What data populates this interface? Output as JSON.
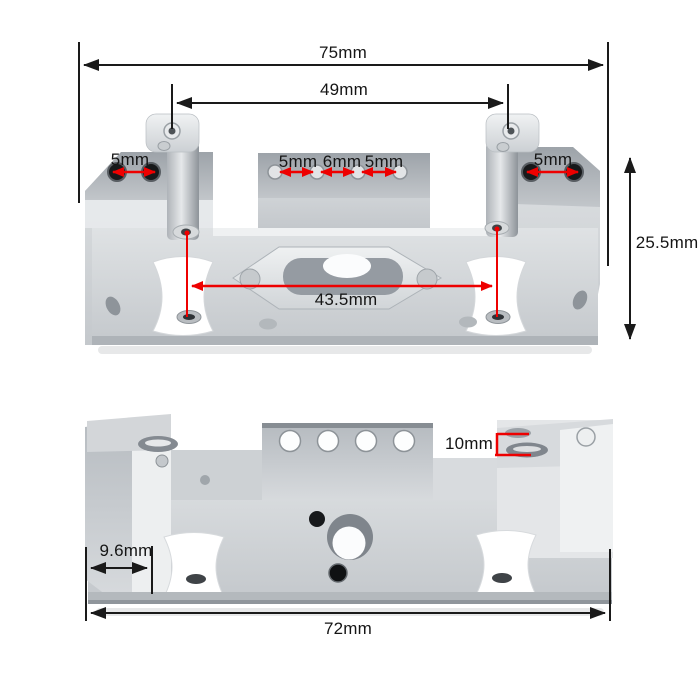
{
  "diagram": {
    "description": "Silver CNC aluminum mount bracket shown in two photographic views with overlaid dimension callouts",
    "views": [
      {
        "id": "front-view",
        "dimension_labels": [
          "75mm",
          "49mm",
          "5mm",
          "5mm",
          "6mm",
          "5mm",
          "5mm",
          "25.5mm",
          "43.5mm"
        ]
      },
      {
        "id": "rear-view",
        "dimension_labels": [
          "10mm",
          "9.6mm",
          "72mm"
        ]
      }
    ]
  },
  "dims": {
    "d75": "75mm",
    "d49": "49mm",
    "d5_left": "5mm",
    "d5_c1": "5mm",
    "d6_c2": "6mm",
    "d5_c3": "5mm",
    "d5_right": "5mm",
    "d25_5": "25.5mm",
    "d43_5": "43.5mm",
    "d10": "10mm",
    "d9_6": "9.6mm",
    "d72": "72mm"
  },
  "colors": {
    "dimension_red": "#ee0000",
    "dimension_black": "#1a1a1a",
    "background": "#ffffff",
    "part_silver": "#cdd1d5"
  }
}
